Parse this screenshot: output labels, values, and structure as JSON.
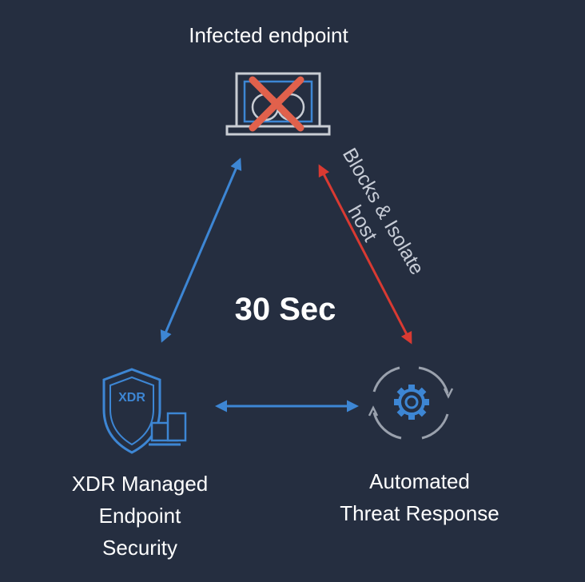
{
  "nodes": {
    "top": {
      "label": "Infected endpoint"
    },
    "left": {
      "label_lines": [
        "XDR Managed",
        "Endpoint",
        "Security"
      ],
      "badge": "XDR"
    },
    "right": {
      "label_lines": [
        "Automated",
        "Threat Response"
      ]
    }
  },
  "center": {
    "time": "30 Sec"
  },
  "edges": {
    "top_right": {
      "label_lines": [
        "Blocks & Isolate",
        "host"
      ]
    }
  },
  "icons": {
    "top": "infected-laptop-icon",
    "left": "xdr-shield-icon",
    "right": "gear-cycle-icon"
  },
  "colors": {
    "background": "#252e40",
    "blue": "#3d86d4",
    "red": "#d93a32",
    "cross": "#e1614c",
    "icon_gray": "#c9cdd4"
  }
}
